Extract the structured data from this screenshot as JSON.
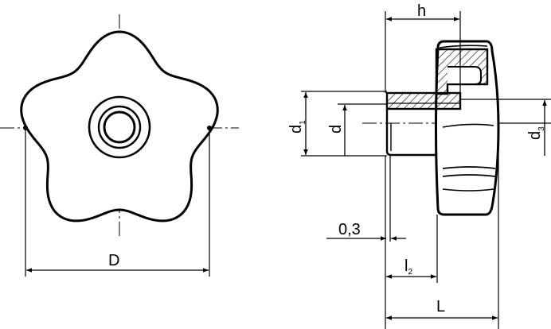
{
  "labels": {
    "D": "D",
    "h": "h",
    "L": "L",
    "d": "d",
    "d1_main": "d",
    "d1_sub": "1",
    "d3_main": "d",
    "d3_sub": "3",
    "l2_main": "l",
    "l2_sub": "2",
    "gap": "0,3"
  }
}
